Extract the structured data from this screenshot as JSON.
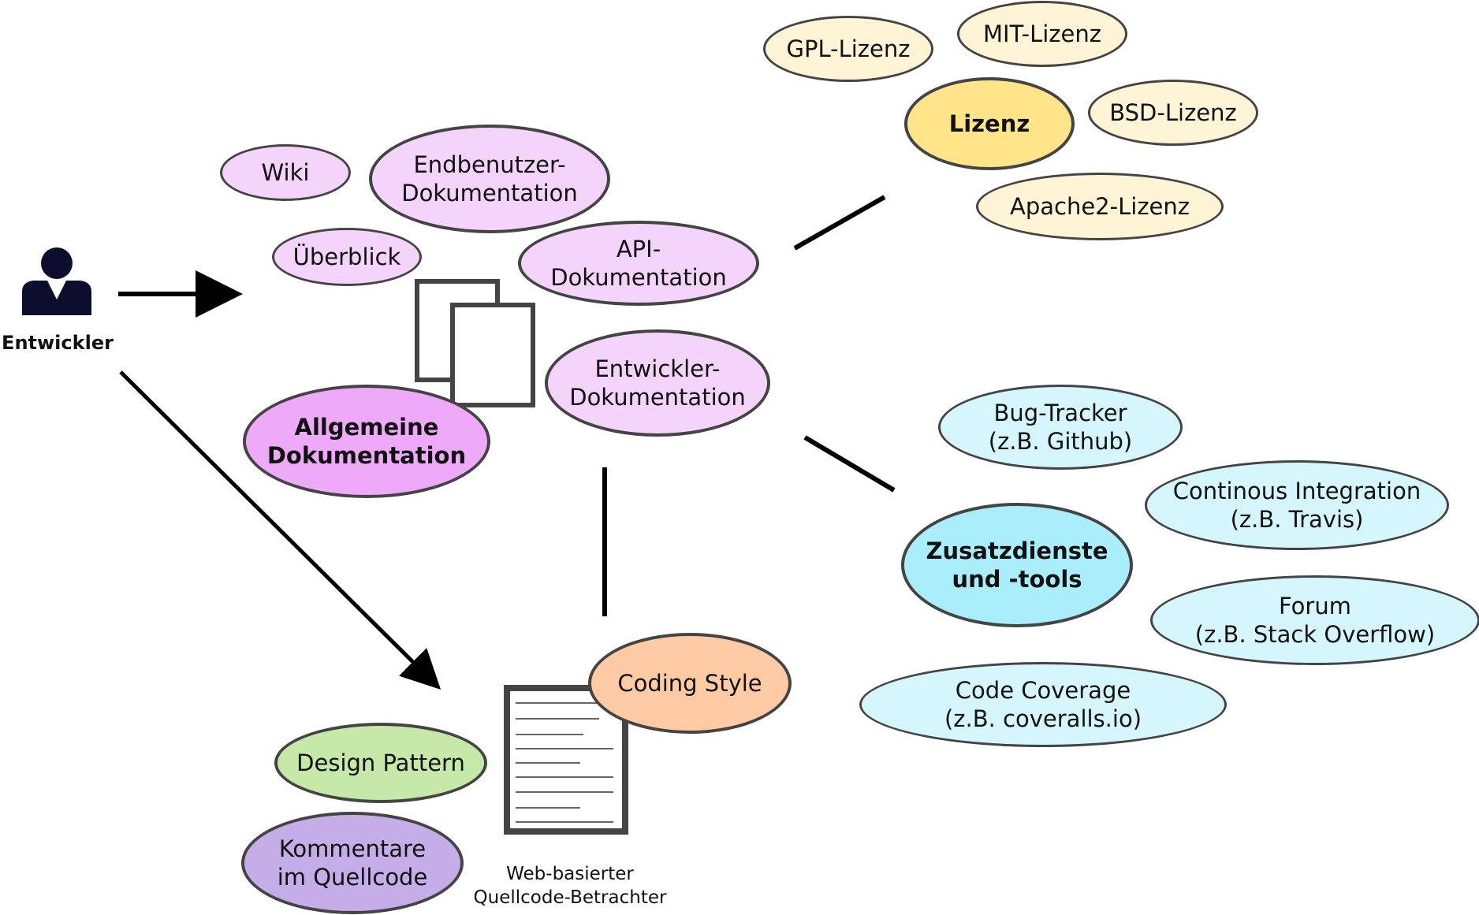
{
  "colors": {
    "doc_hub": "#eeaaf9",
    "doc_sat": "#f5d4fb",
    "license_hub": "#ffe48a",
    "license_sat": "#fff5d6",
    "tools_hub": "#aaeefc",
    "tools_sat": "#d6f6fd",
    "coding_style": "#fecba5",
    "design_pattern": "#c6e8a9",
    "comments": "#c5aee8",
    "person": "#0d0d2e",
    "line": "#000000"
  },
  "developer": {
    "label": "Entwickler",
    "icon": "person-icon"
  },
  "documentation": {
    "title": "Allgemeine\nDokumentation",
    "icon": "documents-icon",
    "items": {
      "wiki": "Wiki",
      "endbenutzer": "Endbenutzer-\nDokumentation",
      "ueberblick": "Überblick",
      "api": "API-\nDokumentation",
      "entwickler": "Entwickler-\nDokumentation"
    }
  },
  "license": {
    "title": "Lizenz",
    "items": {
      "gpl": "GPL-Lizenz",
      "mit": "MIT-Lizenz",
      "bsd": "BSD-Lizenz",
      "apache": "Apache2-Lizenz"
    }
  },
  "tools": {
    "title": "Zusatzdienste\nund -tools",
    "items": {
      "bugtracker": "Bug-Tracker\n(z.B. Github)",
      "ci": "Continous Integration\n(z.B. Travis)",
      "forum": "Forum\n(z.B. Stack Overflow)",
      "coverage": "Code Coverage\n(z.B. coveralls.io)"
    }
  },
  "source": {
    "viewer_label": "Web-basierter\nQuellcode-Betrachter",
    "icon": "source-document-icon",
    "coding_style": "Coding Style",
    "design_pattern": "Design Pattern",
    "comments": "Kommentare\nim Quellcode"
  }
}
